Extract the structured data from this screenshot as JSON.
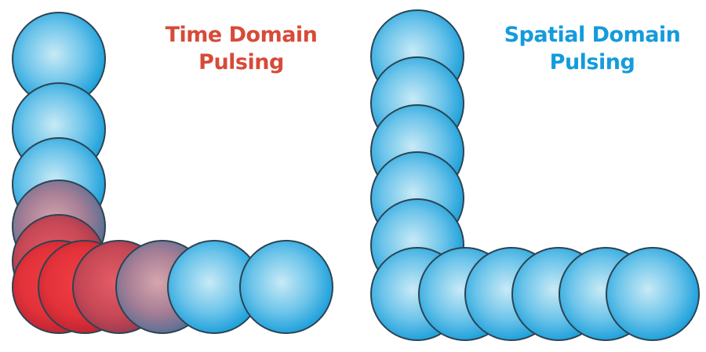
{
  "time_domain": {
    "title_line1": "Time Domain",
    "title_line2": "Pulsing",
    "color": "#d84a38"
  },
  "spatial_domain": {
    "title_line1": "Spatial Domain",
    "title_line2": "Pulsing",
    "color": "#149bdc"
  }
}
